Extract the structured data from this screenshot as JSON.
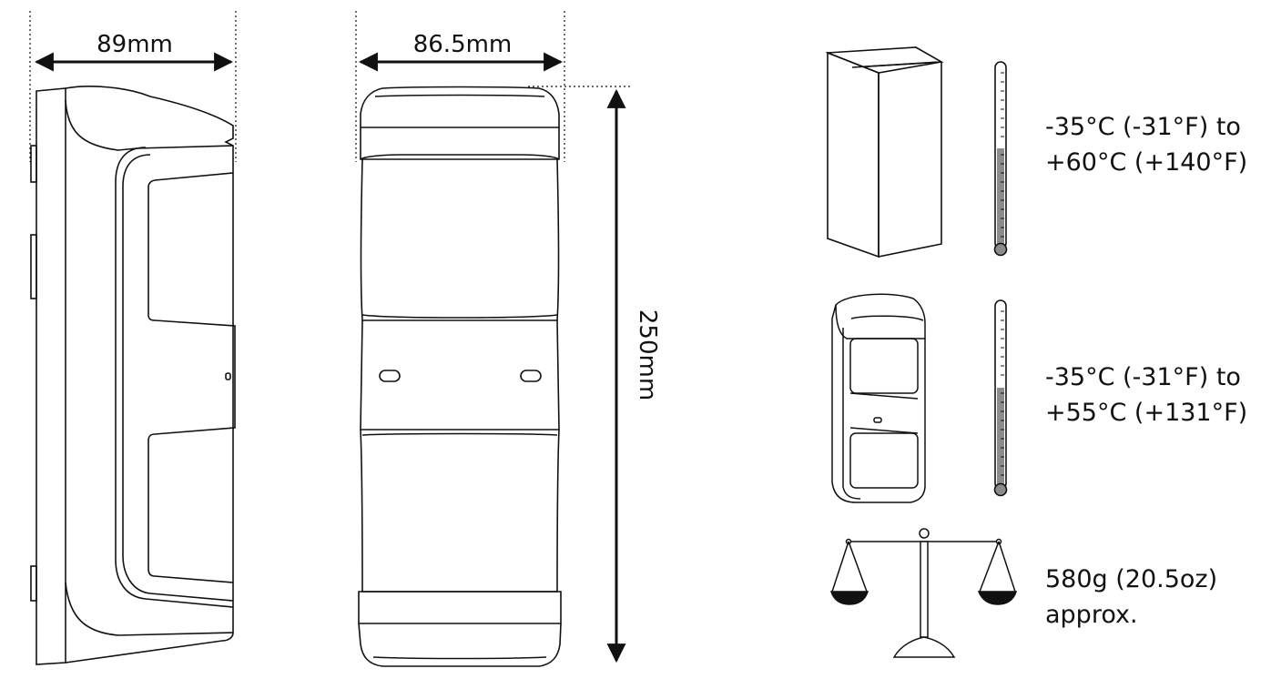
{
  "dimensions": {
    "depth": "89mm",
    "width": "86.5mm",
    "height": "250mm"
  },
  "specs": {
    "storage_temp": {
      "line1": "-35°C (-31°F) to",
      "line2": "+60°C (+140°F)",
      "icon": "box-icon"
    },
    "operating_temp": {
      "line1": "-35°C (-31°F) to",
      "line2": "+55°C (+131°F)",
      "icon": "detector-icon"
    },
    "weight": {
      "line1": "580g (20.5oz)",
      "line2": "approx.",
      "icon": "scale-icon"
    }
  },
  "colors": {
    "line": "#111111",
    "fill_gray": "#8c8c8c",
    "ink": "#111111"
  }
}
